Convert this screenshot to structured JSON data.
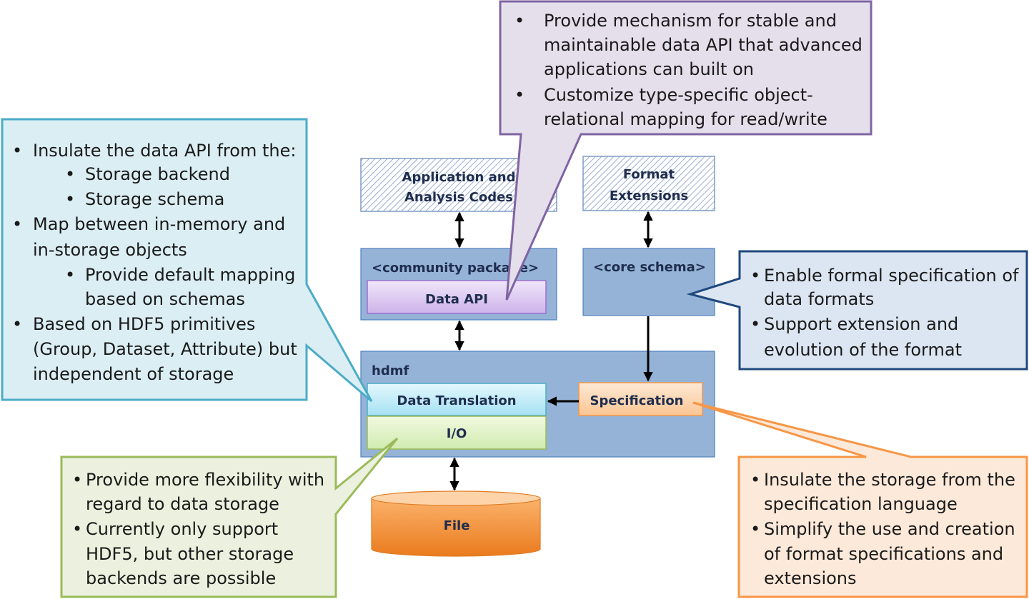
{
  "app_codes": {
    "line1": "Application and",
    "line2": "Analysis Codes"
  },
  "format_ext": {
    "line1": "Format",
    "line2": "Extensions"
  },
  "community": {
    "label": "<community package>",
    "data_api": "Data API"
  },
  "core_schema": {
    "label": "<core schema>"
  },
  "hdmf": {
    "label": "hdmf",
    "data_translation": "Data Translation",
    "io": "I/O",
    "specification": "Specification"
  },
  "file": {
    "label": "File"
  },
  "callouts": {
    "purple": {
      "bullet": "•",
      "lines": [
        {
          "text": "Provide mechanism for stable and",
          "bullet": true
        },
        {
          "text": "maintainable data API that advanced",
          "bullet": false
        },
        {
          "text": "applications can built on",
          "bullet": false
        },
        {
          "text": "Customize type-specific object-",
          "bullet": true
        },
        {
          "text": "relational mapping for read/write",
          "bullet": false
        }
      ]
    },
    "cyan": {
      "bullet": "•",
      "lines": [
        {
          "text": "Insulate the data API from the:",
          "bullet": true,
          "level": 0
        },
        {
          "text": "Storage backend",
          "bullet": true,
          "level": 1
        },
        {
          "text": "Storage schema",
          "bullet": true,
          "level": 1
        },
        {
          "text": "Map between in-memory and",
          "bullet": true,
          "level": 0
        },
        {
          "text": "in-storage objects",
          "bullet": false,
          "level": 0
        },
        {
          "text": "Provide default mapping",
          "bullet": true,
          "level": 1
        },
        {
          "text": "based on schemas",
          "bullet": false,
          "level": 1
        },
        {
          "text": "Based on HDF5 primitives",
          "bullet": true,
          "level": 0
        },
        {
          "text": "(Group, Dataset, Attribute) but",
          "bullet": false,
          "level": 0
        },
        {
          "text": "independent of storage",
          "bullet": false,
          "level": 0
        }
      ]
    },
    "blue": {
      "bullet": "•",
      "lines": [
        {
          "text": "Enable formal specification of",
          "bullet": true
        },
        {
          "text": "data formats",
          "bullet": false
        },
        {
          "text": "Support extension and",
          "bullet": true
        },
        {
          "text": "evolution of the format",
          "bullet": false
        }
      ]
    },
    "green": {
      "bullet": "•",
      "lines": [
        {
          "text": "Provide more flexibility with",
          "bullet": true
        },
        {
          "text": "regard to data storage",
          "bullet": false
        },
        {
          "text": "Currently only support",
          "bullet": true
        },
        {
          "text": "HDF5, but other storage",
          "bullet": false
        },
        {
          "text": "backends are possible",
          "bullet": false
        }
      ]
    },
    "orange": {
      "bullet": "•",
      "lines": [
        {
          "text": "Insulate the storage from the",
          "bullet": true
        },
        {
          "text": "specification language",
          "bullet": false
        },
        {
          "text": "Simplify the use and creation",
          "bullet": true
        },
        {
          "text": "of format specifications and",
          "bullet": false
        },
        {
          "text": "extensions",
          "bullet": false
        }
      ]
    }
  },
  "colors": {
    "box_fill": "#95b3d7",
    "box_stroke": "#4f81bd",
    "purple_fill": "#e5dfec",
    "purple_stroke": "#8064a2",
    "cyan_fill": "#dbeef4",
    "cyan_stroke": "#4bacc6",
    "blue_fill": "#dce6f2",
    "blue_stroke": "#1f497d",
    "green_fill": "#ebf1de",
    "green_stroke": "#9bbb59",
    "orange_fill": "#fde9d9",
    "orange_stroke": "#f79646"
  }
}
